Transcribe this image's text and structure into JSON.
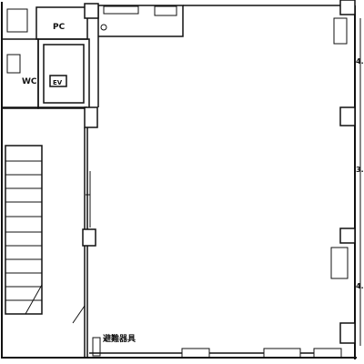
{
  "labels": {
    "pc": "PC",
    "wc": "WC",
    "ev": "EV",
    "escape_device": "避難器具",
    "dim_top": "4.",
    "dim_middle": "3.",
    "dim_bottom": "4."
  }
}
